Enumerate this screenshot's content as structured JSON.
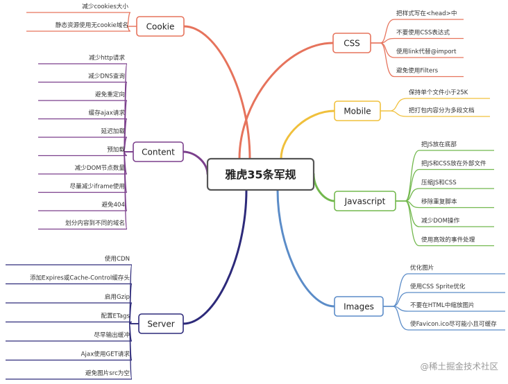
{
  "root": {
    "label": "雅虎35条军规"
  },
  "watermark": "@稀土掘金技术社区",
  "branches": [
    {
      "key": "css",
      "label": "CSS",
      "side": "right",
      "color": "#e6735c",
      "items": [
        "把样式写在<head>中",
        "不要使用CSS表达式",
        "使用link代替@import",
        "避免使用Filters"
      ]
    },
    {
      "key": "mobile",
      "label": "Mobile",
      "side": "right",
      "color": "#f0c03c",
      "items": [
        "保持单个文件小于25K",
        "把打包内容分为多段文档"
      ]
    },
    {
      "key": "javascript",
      "label": "Javascript",
      "side": "right",
      "color": "#72b84d",
      "items": [
        "把JS放在底部",
        "把JS和CSS放在外部文件",
        "压缩JS和CSS",
        "移除重复脚本",
        "减少DOM操作",
        "使用高效的事件处理"
      ]
    },
    {
      "key": "images",
      "label": "Images",
      "side": "right",
      "color": "#5b8cc8",
      "items": [
        "优化图片",
        "使用CSS Sprite优化",
        "不要在HTML中缩放图片",
        "使Favicon.ico尽可能小且可缓存"
      ]
    },
    {
      "key": "cookie",
      "label": "Cookie",
      "side": "left",
      "color": "#e6735c",
      "items": [
        "减少cookies大小",
        "静态资源使用无cookie域名"
      ]
    },
    {
      "key": "content",
      "label": "Content",
      "side": "left",
      "color": "#7b3f8c",
      "items": [
        "减少http请求",
        "减少DNS查询",
        "避免重定向",
        "缓存ajax请求",
        "延迟加载",
        "预加载",
        "减少DOM节点数量",
        "尽量减少iframe使用",
        "避免404",
        "划分内容到不同的域名"
      ]
    },
    {
      "key": "server",
      "label": "Server",
      "side": "left",
      "color": "#2d2a7a",
      "items": [
        "使用CDN",
        "添加Expires或Cache-Control缓存头",
        "启用Gzip",
        "配置ETags",
        "尽早输出缓冲",
        "Ajax使用GET请求",
        "避免图片src为空"
      ]
    }
  ]
}
